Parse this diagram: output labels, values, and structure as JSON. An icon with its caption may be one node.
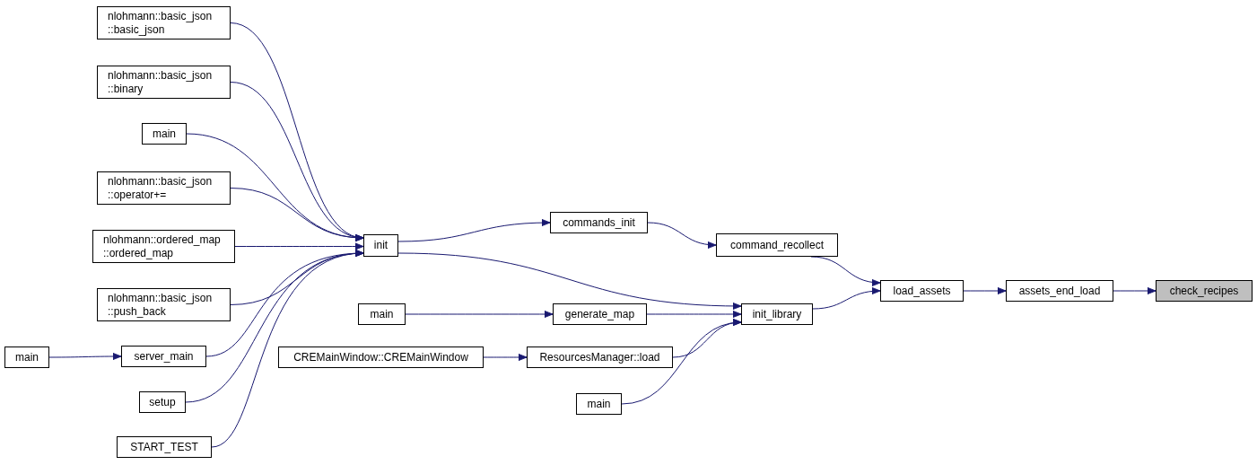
{
  "diagram": {
    "nodes": [
      {
        "text": [
          "nlohmann::basic_json ::basic_json"
        ]
      },
      {
        "text": [
          "nlohmann::basic_json ::binary"
        ]
      },
      {
        "text": [
          "main"
        ]
      },
      {
        "text": [
          "nlohmann::basic_json ::operator+="
        ]
      },
      {
        "text": [
          "nlohmann::ordered_map ::ordered_map"
        ]
      },
      {
        "text": [
          "nlohmann::basic_json ::push_back"
        ]
      },
      {
        "text": [
          "main"
        ]
      },
      {
        "text": [
          "server_main"
        ]
      },
      {
        "text": [
          "setup"
        ]
      },
      {
        "text": [
          "START_TEST"
        ]
      },
      {
        "text": [
          "init"
        ]
      },
      {
        "text": [
          "commands_init"
        ]
      },
      {
        "text": [
          "command_recollect"
        ]
      },
      {
        "text": [
          "main"
        ]
      },
      {
        "text": [
          "generate_map"
        ]
      },
      {
        "text": [
          "CREMainWindow::CREMainWindow"
        ]
      },
      {
        "text": [
          "ResourcesManager::load"
        ]
      },
      {
        "text": [
          "main"
        ]
      },
      {
        "text": [
          "init_library"
        ]
      },
      {
        "text": [
          "load_assets"
        ]
      },
      {
        "text": [
          "assets_end_load"
        ]
      },
      {
        "text": [
          "check_recipes"
        ]
      }
    ],
    "edges": [
      {
        "from": 0,
        "to": 10,
        "arrow": "to"
      },
      {
        "from": 1,
        "to": 10,
        "arrow": "to"
      },
      {
        "from": 2,
        "to": 10,
        "arrow": "to"
      },
      {
        "from": 3,
        "to": 10,
        "arrow": "to"
      },
      {
        "from": 4,
        "to": 10,
        "arrow": "to"
      },
      {
        "from": 5,
        "to": 10,
        "arrow": "to"
      },
      {
        "from": 7,
        "to": 10,
        "arrow": "to"
      },
      {
        "from": 8,
        "to": 10,
        "arrow": "to"
      },
      {
        "from": 9,
        "to": 10,
        "arrow": "to"
      },
      {
        "from": 6,
        "to": 7,
        "arrow": "to"
      },
      {
        "from": 10,
        "to": 11,
        "arrow": "to"
      },
      {
        "from": 11,
        "to": 12,
        "arrow": "to"
      },
      {
        "from": 12,
        "to": 19,
        "arrow": "to"
      },
      {
        "from": 10,
        "to": 18,
        "arrow": "to"
      },
      {
        "from": 13,
        "to": 14,
        "arrow": "to"
      },
      {
        "from": 14,
        "to": 18,
        "arrow": "to"
      },
      {
        "from": 15,
        "to": 16,
        "arrow": "to"
      },
      {
        "from": 16,
        "to": 18,
        "arrow": "to"
      },
      {
        "from": 17,
        "to": 18,
        "arrow": "to"
      },
      {
        "from": 18,
        "to": 19,
        "arrow": "to"
      },
      {
        "from": 19,
        "to": 20,
        "arrow": "to"
      },
      {
        "from": 20,
        "to": 21,
        "arrow": "to"
      }
    ]
  }
}
